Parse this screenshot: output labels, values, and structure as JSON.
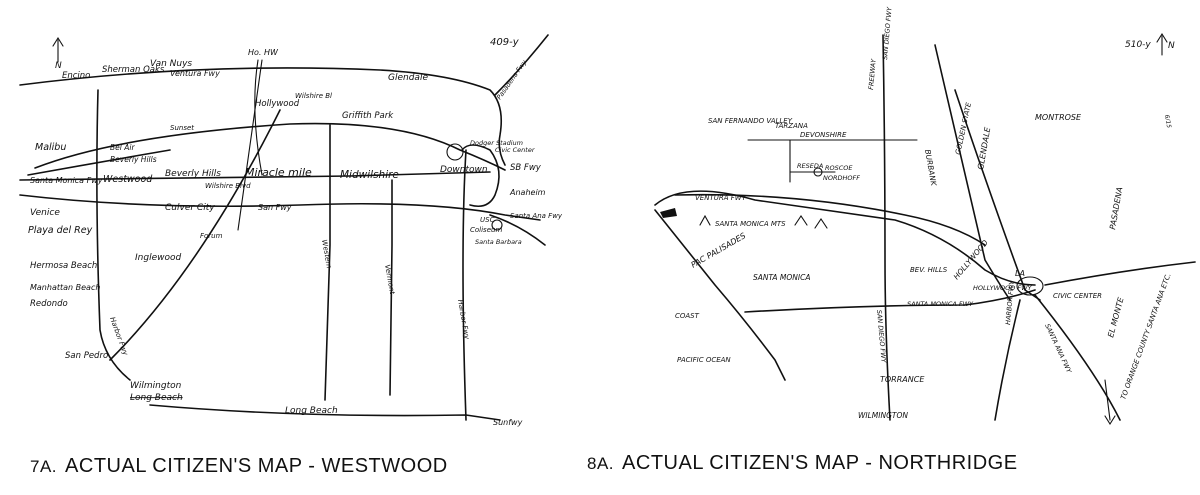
{
  "maps": {
    "westwood": {
      "caption_number": "7A.",
      "caption_title": "ACTUAL CITIZEN'S MAP - WESTWOOD",
      "sheet_code": "409-y",
      "north_label": "N",
      "labels": [
        "Encino",
        "Sherman Oaks",
        "Van Nuys",
        "Ventura Fwy",
        "Ho. HW",
        "Glendale",
        "Hollywood",
        "Wilshire Bl",
        "Griffith Park",
        "Sunset",
        "Malibu",
        "Bel Air",
        "Beverly Hills",
        "Santa Monica Fwy",
        "Westwood",
        "Beverly Hills",
        "Wilshire Blvd",
        "Miracle mile",
        "Midwilshire",
        "Downtown",
        "Dodger Stadium",
        "Civic Center",
        "SB Fwy",
        "Venice",
        "Playa del Rey",
        "Culver City",
        "San Fwy",
        "Forum",
        "Inglewood",
        "Hermosa Beach",
        "Manhattan Beach",
        "Redondo",
        "San Pedro",
        "Wilmington",
        "Long Beach",
        "Long Beach",
        "Anaheim",
        "Santa Ana Fwy",
        "USC",
        "Coliseum",
        "Santa Barbara",
        "Harbor Fwy",
        "Vermont",
        "Western",
        "Harbor Fwy",
        "Sunfwy",
        "Pasadena Fwy"
      ]
    },
    "northridge": {
      "caption_number": "8A.",
      "caption_title": "ACTUAL CITIZEN'S MAP - NORTHRIDGE",
      "sheet_code": "510-y",
      "north_label": "N",
      "side_note": "6/15",
      "labels": [
        "SAN FERNANDO VALLEY",
        "TARZANA",
        "DEVONSHIRE",
        "RESEDA",
        "ROSCOE",
        "NORDHOFF",
        "BURBANK",
        "GOLDEN STATE",
        "GLENDALE",
        "MONTROSE",
        "PASADENA",
        "VENTURA FWY",
        "SANTA MONICA MTS",
        "PAC PALISADES",
        "SANTA MONICA",
        "BEV. HILLS",
        "HOLLYWOOD",
        "HOLLYWOOD FWY",
        "LA",
        "CIVIC CENTER",
        "EL MONTE",
        "SANTA MONICA FWY",
        "SAN DIEGO FWY",
        "HARBOR FWY",
        "SANTA ANA FWY",
        "COAST",
        "PACIFIC OCEAN",
        "TORRANCE",
        "WILMINGTON",
        "TO ORANGE COUNTY SANTA ANA ETC.",
        "SAN DIEGO FWY",
        "FREEWAY"
      ]
    }
  }
}
